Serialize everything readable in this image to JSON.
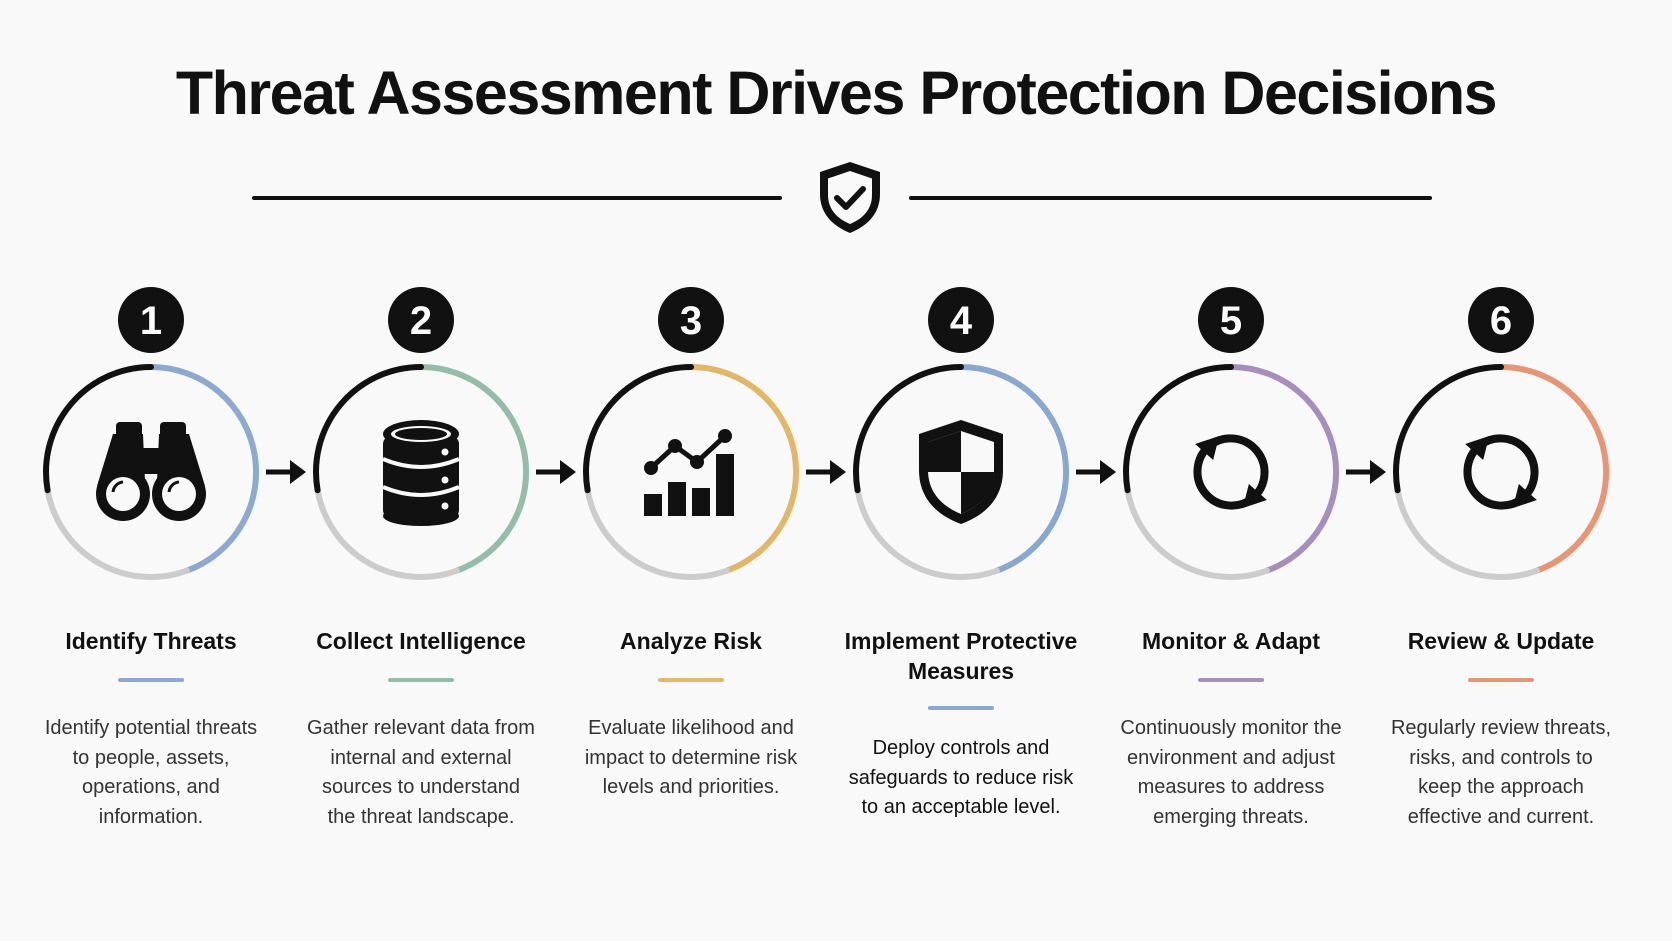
{
  "title": "Threat Assessment Drives Protection Decisions",
  "colors": {
    "ink": "#111111",
    "track": "#cccccc",
    "text": "#333333"
  },
  "steps": [
    {
      "number": "1",
      "title": "Identify Threats",
      "description": "Identify potential threats to people, assets, operations, and information.",
      "accent": "#8ea9cf",
      "icon": "binoculars-icon"
    },
    {
      "number": "2",
      "title": "Collect Intelligence",
      "description": "Gather relevant data from internal and external sources to understand the threat landscape.",
      "accent": "#95bca6",
      "icon": "database-icon"
    },
    {
      "number": "3",
      "title": "Analyze Risk",
      "description": "Evaluate likelihood and impact to determine risk levels and priorities.",
      "accent": "#e1b86b",
      "icon": "trend-chart-icon"
    },
    {
      "number": "4",
      "title": "Implement Protective Measures",
      "description": "Deploy controls and safeguards to reduce risk to an acceptable level.",
      "accent": "#8aa8cf",
      "icon": "shield-icon"
    },
    {
      "number": "5",
      "title": "Monitor & Adapt",
      "description": "Continuously monitor the environment and adjust measures to address emerging threats.",
      "accent": "#a78fbb",
      "icon": "refresh-icon"
    },
    {
      "number": "6",
      "title": "Review & Update",
      "description": "Regularly review threats, risks, and controls to keep the approach effective and current.",
      "accent": "#e69575",
      "icon": "refresh-icon"
    }
  ]
}
